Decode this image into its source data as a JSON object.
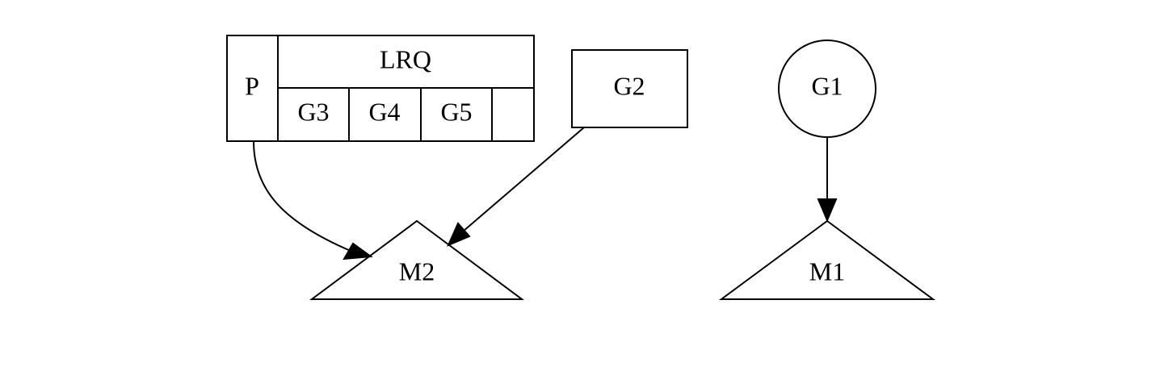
{
  "nodes": {
    "p_lrq": {
      "p_label": "P",
      "lrq_label": "LRQ",
      "slots": [
        "G3",
        "G4",
        "G5",
        ""
      ]
    },
    "g2": {
      "label": "G2"
    },
    "g1": {
      "label": "G1"
    },
    "m2": {
      "label": "M2"
    },
    "m1": {
      "label": "M1"
    }
  },
  "edges": [
    {
      "from": "P",
      "to": "M2"
    },
    {
      "from": "G2",
      "to": "M2"
    },
    {
      "from": "G1",
      "to": "M1"
    }
  ]
}
